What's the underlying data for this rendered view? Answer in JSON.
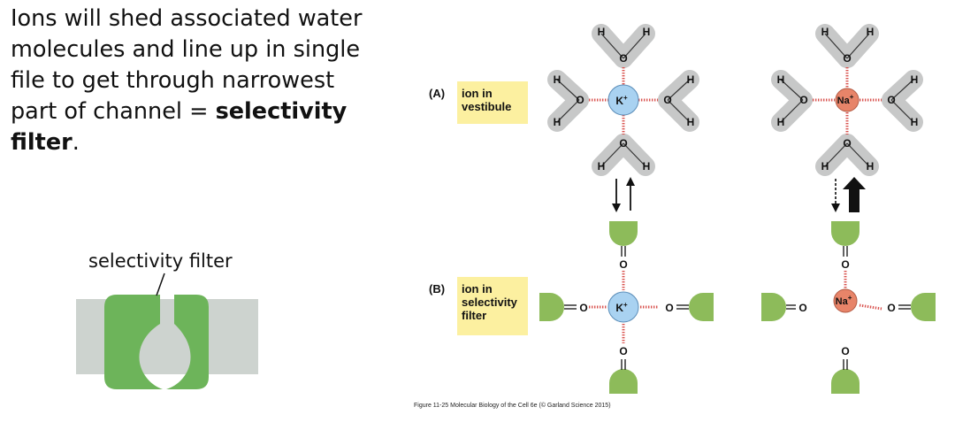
{
  "intro": {
    "text": "Ions will shed associated water molecules and line up in single file to get through narrowest part of channel = ",
    "bold": "selectivity filter",
    "end": "."
  },
  "channel_label": "selectivity filter",
  "panel_a": {
    "letter": "(A)",
    "label_line1": "ion in",
    "label_line2": "vestibule"
  },
  "panel_b": {
    "letter": "(B)",
    "label_line1": "ion in",
    "label_line2": "selectivity",
    "label_line3": "filter"
  },
  "ions": {
    "potassium": "K",
    "sodium": "Na",
    "charge": "+"
  },
  "atoms": {
    "oxygen": "O",
    "hydrogen": "H"
  },
  "caption": "Figure 11-25  Molecular Biology of the Cell 6e (© Garland Science 2015)",
  "colors": {
    "potassium": "#a9d2f1",
    "sodium": "#e78469",
    "water_halo": "#c7c8c8",
    "carbonyl_green": "#8dbb5a",
    "channel_green": "#6db45a",
    "membrane_gray": "#cdd3cf",
    "label_yellow": "#fcf0a0"
  }
}
